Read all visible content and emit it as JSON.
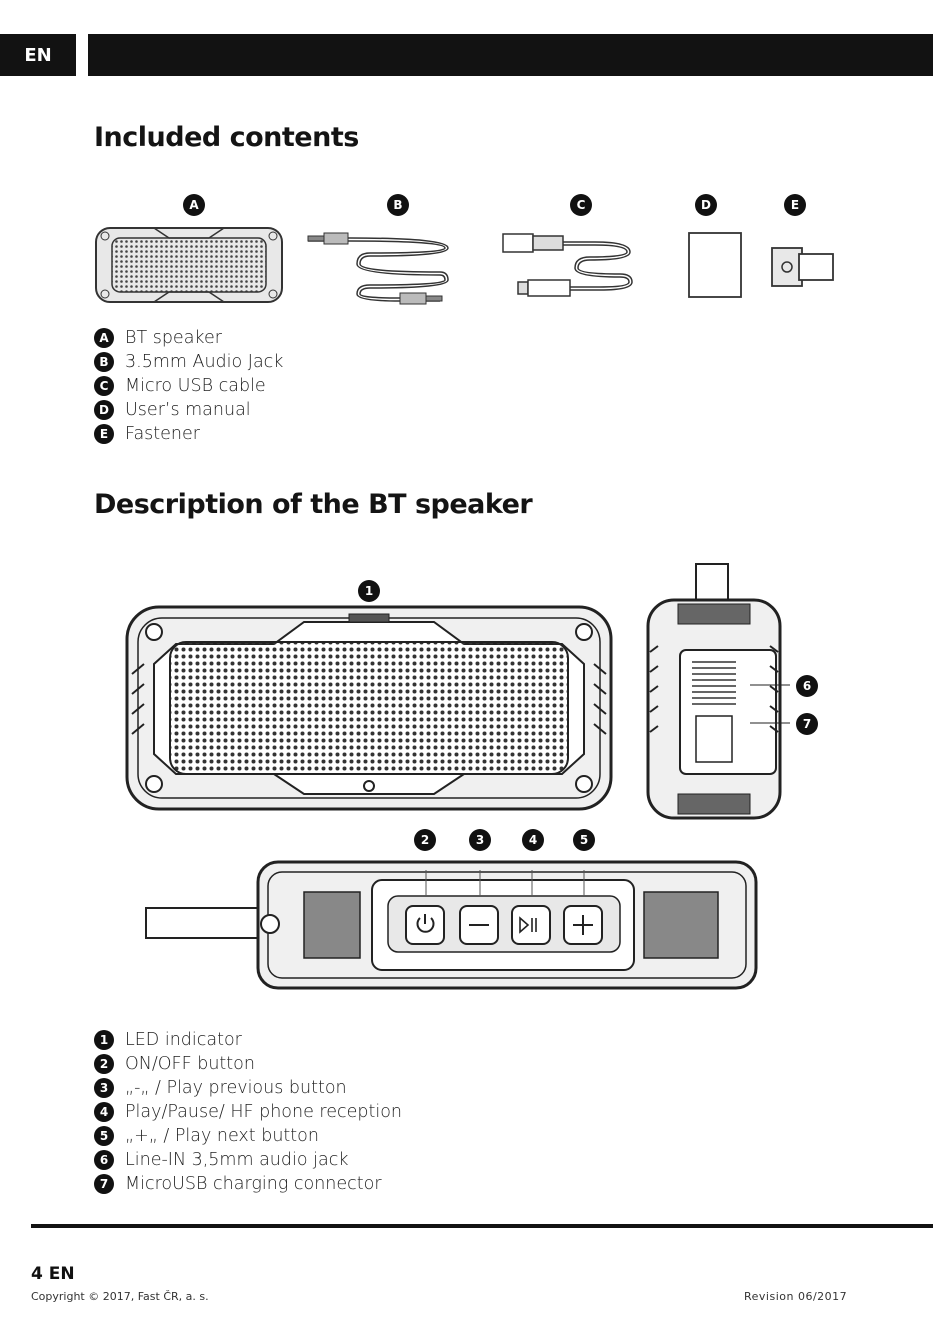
{
  "header": {
    "lang": "EN"
  },
  "included": {
    "title": "Included contents",
    "items": [
      {
        "letter": "A",
        "label": "BT speaker"
      },
      {
        "letter": "B",
        "label": "3.5mm Audio Jack"
      },
      {
        "letter": "C",
        "label": "Micro USB cable"
      },
      {
        "letter": "D",
        "label": "User’s manual"
      },
      {
        "letter": "E",
        "label": "Fastener"
      }
    ]
  },
  "description": {
    "title": "Description of the BT speaker",
    "items": [
      {
        "num": "1",
        "label": "LED indicator"
      },
      {
        "num": "2",
        "label": "ON/OFF button"
      },
      {
        "num": "3",
        "label": "„-„ / Play previous button"
      },
      {
        "num": "4",
        "label": "Play/Pause/ HF phone reception"
      },
      {
        "num": "5",
        "label": "„+„ / Play next button"
      },
      {
        "num": "6",
        "label": "Line-IN 3,5mm audio jack"
      },
      {
        "num": "7",
        "label": "MicroUSB charging connector"
      }
    ]
  },
  "footer": {
    "page": "4 EN",
    "copyright": "Copyright © 2017, Fast ČR, a. s.",
    "revision": "Revision 06/2017"
  }
}
